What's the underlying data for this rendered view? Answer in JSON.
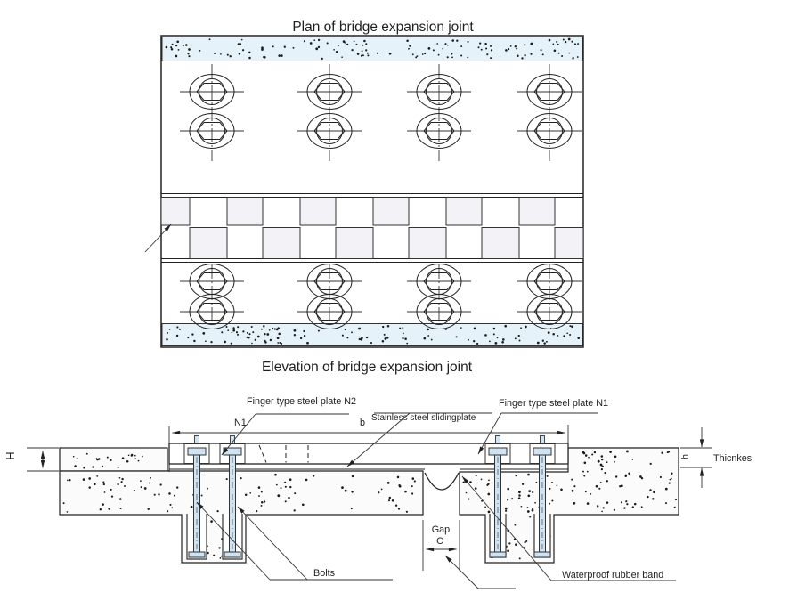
{
  "plan": {
    "title": "Plan of bridge expansion joint"
  },
  "elevation": {
    "title": "Elevation of bridge expansion joint",
    "labels": {
      "finger_plate_n2": "Finger type steel plate N2",
      "n1": "N1",
      "b": "b",
      "sliding_plate": "Stainless steel slidingplate",
      "finger_plate_n1": "Finger type steel plate N1",
      "H": "H",
      "h": "h",
      "thickness": "Thicnkes",
      "gap": "Gap",
      "c": "C",
      "bolts": "Bolts",
      "waterproof": "Waterproof rubber band"
    }
  },
  "colors": {
    "deck_band": "#e6f2f9",
    "tooth_fill": "#f2f2f7",
    "concrete_fill": "#fbfbfb",
    "bolt_fill": "#cfe3f2",
    "line": "#222222"
  }
}
